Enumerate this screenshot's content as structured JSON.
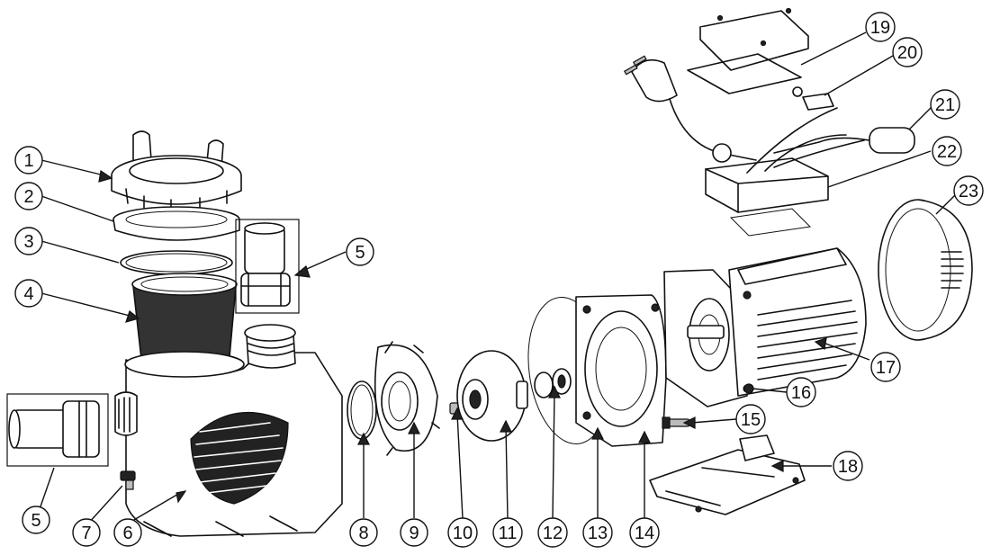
{
  "callouts": [
    {
      "id": "c1",
      "label": "1"
    },
    {
      "id": "c2",
      "label": "2"
    },
    {
      "id": "c3",
      "label": "3"
    },
    {
      "id": "c4",
      "label": "4"
    },
    {
      "id": "c5a",
      "label": "5"
    },
    {
      "id": "c5b",
      "label": "5"
    },
    {
      "id": "c6",
      "label": "6"
    },
    {
      "id": "c7",
      "label": "7"
    },
    {
      "id": "c8",
      "label": "8"
    },
    {
      "id": "c9",
      "label": "9"
    },
    {
      "id": "c10",
      "label": "10"
    },
    {
      "id": "c11",
      "label": "11"
    },
    {
      "id": "c12",
      "label": "12"
    },
    {
      "id": "c13",
      "label": "13"
    },
    {
      "id": "c14",
      "label": "14"
    },
    {
      "id": "c15",
      "label": "15"
    },
    {
      "id": "c16",
      "label": "16"
    },
    {
      "id": "c17",
      "label": "17"
    },
    {
      "id": "c18",
      "label": "18"
    },
    {
      "id": "c19",
      "label": "19"
    },
    {
      "id": "c20",
      "label": "20"
    },
    {
      "id": "c21",
      "label": "21"
    },
    {
      "id": "c22",
      "label": "22"
    },
    {
      "id": "c23",
      "label": "23"
    }
  ]
}
